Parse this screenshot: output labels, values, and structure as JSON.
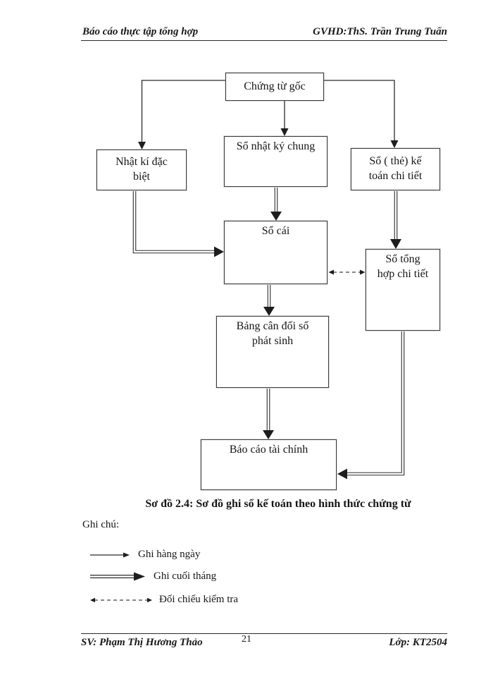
{
  "page": {
    "header": {
      "left": "Báo cáo thực tập tổng hợp",
      "right": "GVHD:ThS. Trần Trung Tuấn"
    },
    "footer": {
      "left": "SV: Phạm Thị Hương Thảo",
      "page_number": "21",
      "right": "Lớp: KT2504"
    }
  },
  "diagram": {
    "caption": "Sơ đồ 2.4: Sơ đồ ghi sổ kế toán theo hình thức chứng từ",
    "nodes": {
      "chung_tu_goc": {
        "label": "Chứng từ gốc"
      },
      "nhat_ki_dac_biet": {
        "label": "Nhật kí đặc\nbiệt"
      },
      "so_nhat_ky_chung": {
        "label": "Sổ nhật ký chung"
      },
      "so_the_ke_toan_chi_tiet": {
        "label": "Sổ ( thẻ) kế\ntoán chi tiết"
      },
      "so_cai": {
        "label": "Sổ cái"
      },
      "so_tong_hop_chi_tiet": {
        "label": "Sổ tổng\nhợp chi tiết"
      },
      "bang_can_doi_so_phat_sinh": {
        "label": "Bảng cân đối số\nphát sinh"
      },
      "bao_cao_tai_chinh": {
        "label": "Báo cáo tài chính"
      }
    },
    "edges": [
      {
        "from": "chung_tu_goc",
        "to": "nhat_ki_dac_biet",
        "style": "ghi_hang_ngay"
      },
      {
        "from": "chung_tu_goc",
        "to": "so_nhat_ky_chung",
        "style": "ghi_hang_ngay"
      },
      {
        "from": "chung_tu_goc",
        "to": "so_the_ke_toan_chi_tiet",
        "style": "ghi_hang_ngay"
      },
      {
        "from": "nhat_ki_dac_biet",
        "to": "so_cai",
        "style": "ghi_cuoi_thang"
      },
      {
        "from": "so_nhat_ky_chung",
        "to": "so_cai",
        "style": "ghi_cuoi_thang"
      },
      {
        "from": "so_the_ke_toan_chi_tiet",
        "to": "so_tong_hop_chi_tiet",
        "style": "ghi_cuoi_thang"
      },
      {
        "from": "so_cai",
        "to": "so_tong_hop_chi_tiet",
        "style": "doi_chieu_kiem_tra"
      },
      {
        "from": "so_cai",
        "to": "bang_can_doi_so_phat_sinh",
        "style": "ghi_cuoi_thang"
      },
      {
        "from": "bang_can_doi_so_phat_sinh",
        "to": "bao_cao_tai_chinh",
        "style": "ghi_cuoi_thang"
      },
      {
        "from": "so_tong_hop_chi_tiet",
        "to": "bao_cao_tai_chinh",
        "style": "ghi_cuoi_thang"
      }
    ]
  },
  "legend": {
    "title": "Ghi chú:",
    "items": [
      {
        "style": "solid-arrow",
        "label": "Ghi hàng ngày"
      },
      {
        "style": "double-arrow",
        "label": "Ghi cuối tháng"
      },
      {
        "style": "dashed-arrow",
        "label": "Đối chiếu kiểm tra"
      }
    ]
  },
  "colors": {
    "ink": "#1d1d1d",
    "paper": "#ffffff"
  }
}
